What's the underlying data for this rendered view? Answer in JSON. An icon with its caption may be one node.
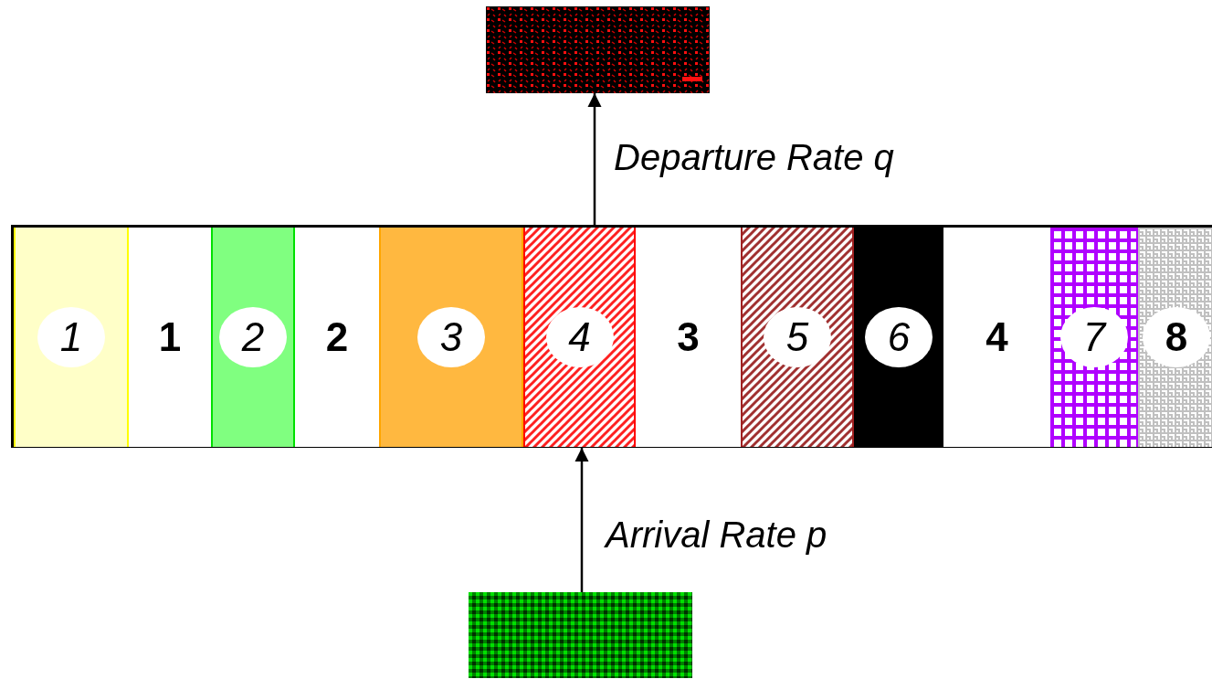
{
  "diagram": {
    "nodes": [
      {
        "text": [],
        "shape": "box"
      },
      {
        "text": [],
        "shape": "bar"
      },
      {
        "text": [
          "1"
        ],
        "in": 1
      },
      {
        "text": [
          "1"
        ],
        "in": 1
      },
      {
        "text": [
          "2"
        ],
        "in": 1
      },
      {
        "text": [
          "2"
        ],
        "in": 1
      },
      {
        "text": [
          "3"
        ],
        "in": 1
      },
      {
        "text": [
          "4"
        ],
        "in": 1
      },
      {
        "text": [
          "3"
        ],
        "in": 1
      },
      {
        "text": [
          "5"
        ],
        "in": 1
      },
      {
        "text": [
          "6"
        ],
        "in": 1
      },
      {
        "text": [
          "4"
        ],
        "in": 1
      },
      {
        "text": [
          "7"
        ],
        "in": 1
      },
      {
        "text": [
          "8"
        ],
        "in": 1
      },
      {
        "text": [],
        "shape": "box"
      }
    ],
    "edges": [
      {
        "from": 1,
        "to": 0,
        "arrow": "to",
        "label": "Departure Rate q"
      },
      {
        "from": 14,
        "to": 1,
        "arrow": "to",
        "label": "Arrival Rate p"
      }
    ]
  }
}
